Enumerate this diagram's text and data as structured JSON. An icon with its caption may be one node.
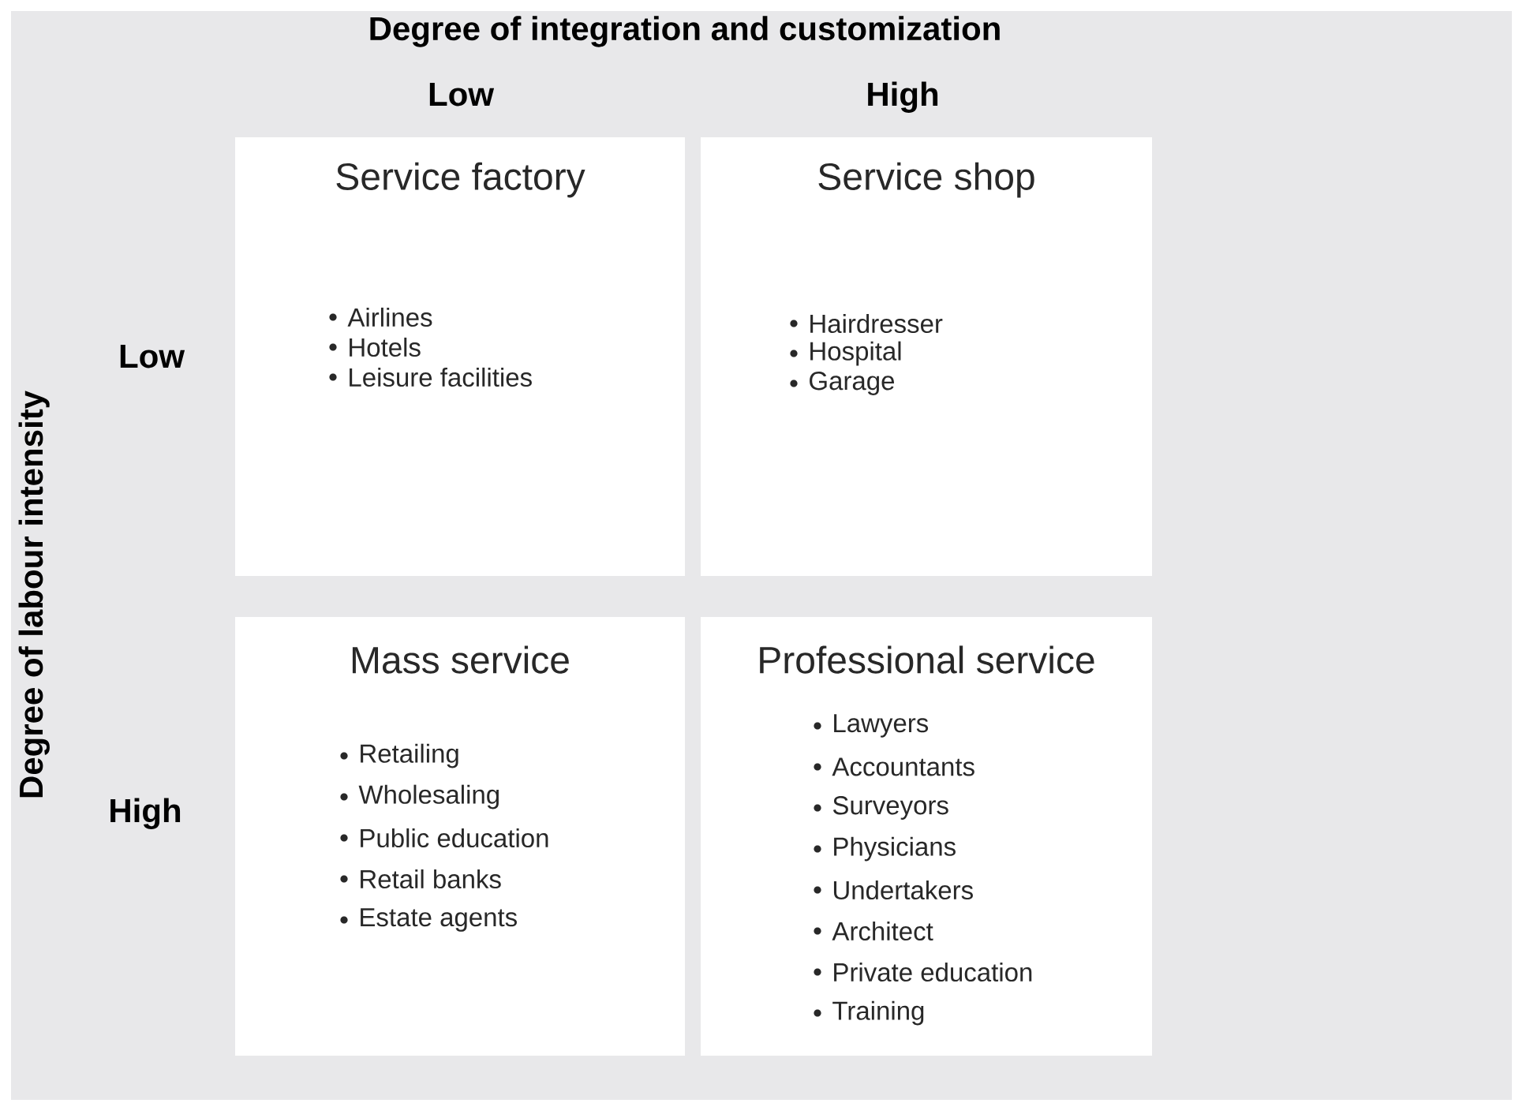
{
  "diagram": {
    "title": "Degree of integration and customization",
    "nodes": [
      {
        "text": [
          "Service factory",
          "Airlines",
          "Hotels",
          "Leisure facilities"
        ]
      },
      {
        "text": [
          "Service shop",
          "Hairdresser",
          "Hospital",
          "Garage"
        ]
      },
      {
        "text": [
          "Mass service",
          "Retailing",
          "Wholesaling",
          "Public education",
          "Retail banks",
          "Estate agents"
        ]
      },
      {
        "text": [
          "Professional service",
          "Lawyers",
          "Accountants",
          "Surveyors",
          "Physicians",
          "Undertakers",
          "Architect",
          "Private education",
          "Training"
        ]
      }
    ],
    "labels": [
      "Low",
      "High",
      "Degree of labour intensity",
      "Low",
      "High"
    ]
  }
}
